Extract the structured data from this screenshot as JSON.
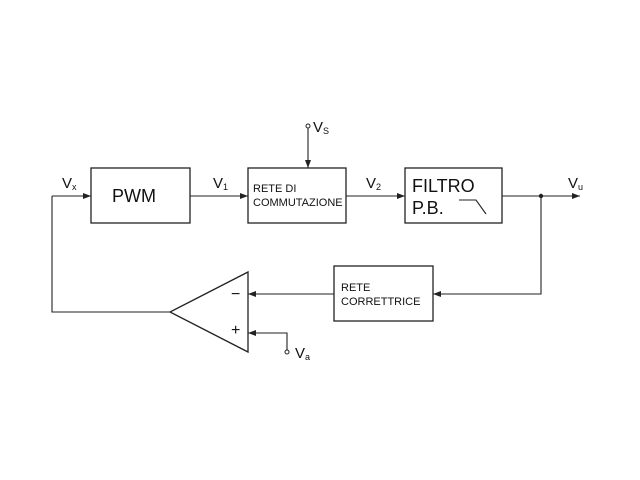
{
  "blocks": {
    "pwm": "PWM",
    "rete_commutazione": [
      "RETE DI",
      "COMMUTAZIONE"
    ],
    "filtro": [
      "FILTRO",
      "P.B."
    ],
    "rete_correttrice": [
      "RETE",
      "CORRETTRICE"
    ]
  },
  "signals": {
    "vx": {
      "main": "V",
      "sub": "x"
    },
    "v1": {
      "main": "V",
      "sub": "1"
    },
    "vs": {
      "main": "V",
      "sub": "S"
    },
    "v2": {
      "main": "V",
      "sub": "2"
    },
    "vu": {
      "main": "V",
      "sub": "u"
    },
    "va": {
      "main": "V",
      "sub": "a"
    }
  },
  "opamp": {
    "minus": "−",
    "plus": "+"
  }
}
